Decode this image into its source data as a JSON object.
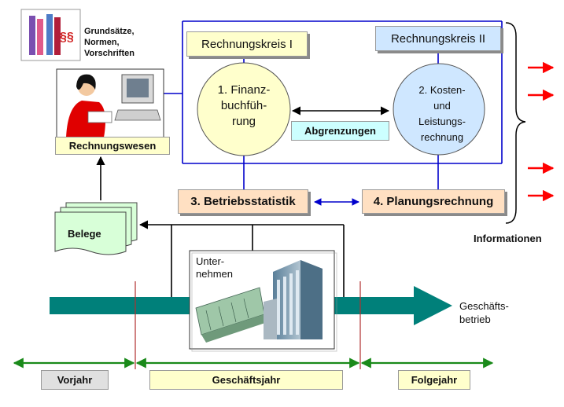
{
  "guidelines_text": [
    "Grundsätze,",
    "Normen,",
    "Vorschriften"
  ],
  "circuit_1": "Rechnungskreis I",
  "circuit_2": "Rechnungskreis II",
  "financial_accounting": [
    "1. Finanz-",
    "buchfüh-",
    "rung"
  ],
  "cost_accounting": [
    "2. Kosten-",
    "und",
    "Leistungs-",
    "rechnung"
  ],
  "delimitation": "Abgrenzungen",
  "statistics": "3. Betriebsstatistik",
  "planning": "4. Planungsrechnung",
  "accounting_dept": "Rechnungswesen",
  "vouchers": "Belege",
  "company": [
    "Unter-",
    "nehmen"
  ],
  "business_operation": [
    "Geschäfts-",
    "betrieb"
  ],
  "information": "Informationen",
  "timeline": {
    "previous_year": "Vorjahr",
    "fiscal_year": "Geschäftsjahr",
    "following_year": "Folgejahr"
  },
  "colors": {
    "blue_lines": "#0000cc",
    "teal_arrow": "#00807a",
    "green_arrows": "#1a8a1a",
    "red_arrows": "#ff0000",
    "red_dividers": "#b03030",
    "circle_fill": "#ffffcc",
    "circle2_fill": "#cfe7ff"
  }
}
